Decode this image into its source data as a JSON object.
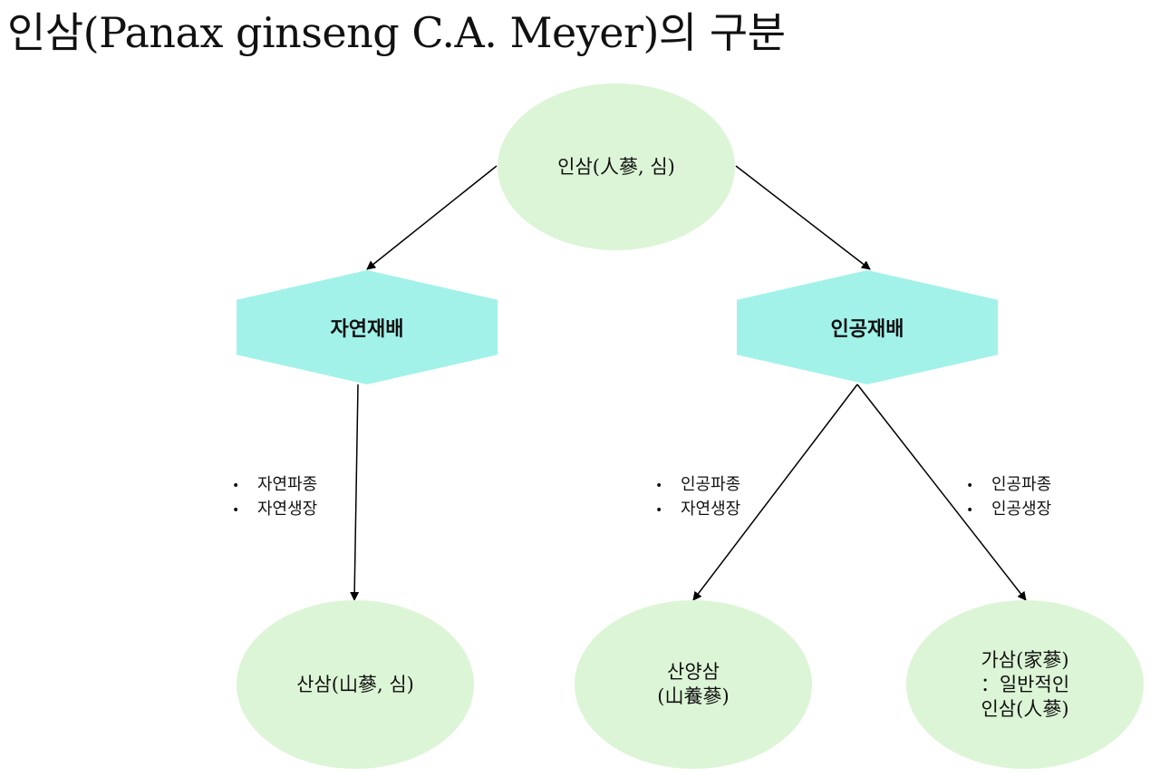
{
  "title": "인삼(Panax ginseng C.A. Meyer)의 구분",
  "nodes": {
    "root": {
      "lines": [
        "인삼(人蔘, 심)"
      ]
    },
    "natural": {
      "label": "자연재배"
    },
    "artificial": {
      "label": "인공재배"
    },
    "sansam": {
      "lines": [
        "산삼(山蔘, 심)"
      ]
    },
    "sanyangsam": {
      "lines": [
        "산양삼",
        "(山養蔘)"
      ]
    },
    "gasam": {
      "lines": [
        "가삼(家蔘)",
        "：일반적인",
        "인삼(人蔘)"
      ]
    }
  },
  "edge_labels": {
    "natural_to_sansam": [
      "자연파종",
      "자연생장"
    ],
    "artificial_to_sanyangsam": [
      "인공파종",
      "자연생장"
    ],
    "artificial_to_gasam": [
      "인공파종",
      "인공생장"
    ]
  }
}
